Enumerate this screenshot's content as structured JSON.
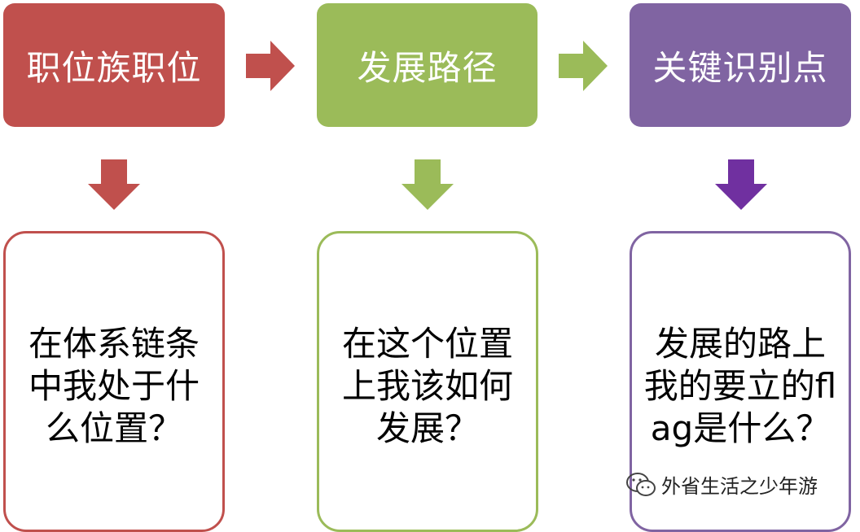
{
  "colors": {
    "red": "#C0504D",
    "green": "#9BBB59",
    "purple": "#8064A2",
    "arrow_purple": "#7030A0"
  },
  "columns": [
    {
      "header": "职位族职位",
      "detail": "在体系链条中我处于什么位置？"
    },
    {
      "header": "发展路径",
      "detail": "在这个位置上我该如何发展？"
    },
    {
      "header": "关键识别点",
      "detail": "发展的路上我的要立的flag是什么？"
    }
  ],
  "watermark": {
    "icon": "wechat-icon",
    "text": "外省生活之少年游"
  }
}
